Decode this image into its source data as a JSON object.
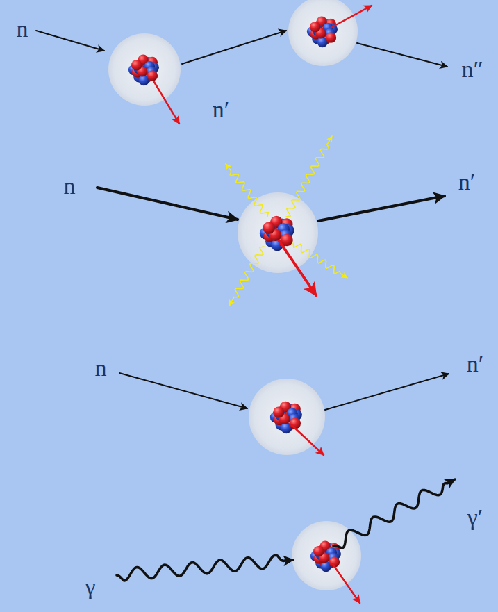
{
  "diagram": {
    "labels": [
      "n",
      "n′",
      "n″",
      "n",
      "n′",
      "n",
      "n′",
      "γ′",
      "γ"
    ]
  }
}
